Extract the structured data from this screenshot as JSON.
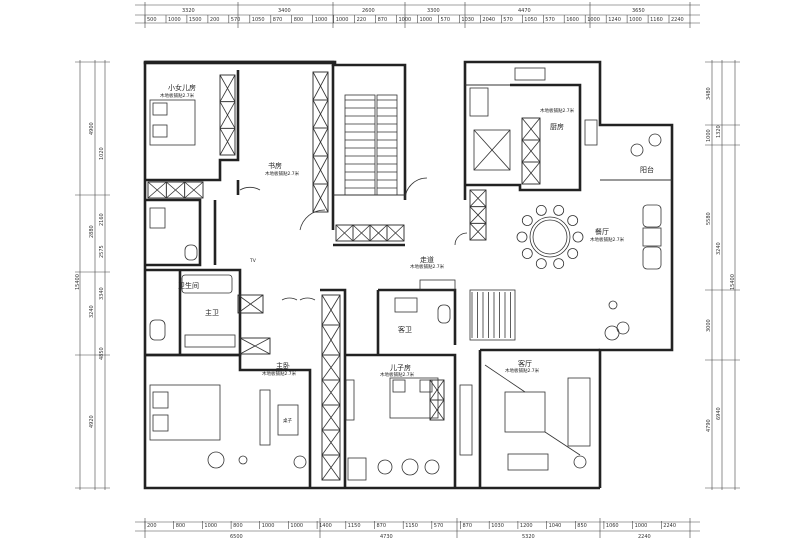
{
  "dims": {
    "top_outer": [
      "3320",
      "3400",
      "2600",
      "3300",
      "4470",
      "3650"
    ],
    "top_inner": [
      "500",
      "1000",
      "1500",
      "200",
      "570",
      "1050",
      "870",
      "800",
      "1000",
      "1000",
      "220",
      "870",
      "1000",
      "1000",
      "570",
      "1030",
      "2040",
      "570",
      "1050",
      "570",
      "1600",
      "1000",
      "1240",
      "1000",
      "1160",
      "2240"
    ],
    "bottom_inner": [
      "200",
      "800",
      "1000",
      "800",
      "1000",
      "1000",
      "1400",
      "1150",
      "870",
      "1150",
      "570",
      "870",
      "1030",
      "1200",
      "1040",
      "850",
      "1060",
      "1000",
      "2240"
    ],
    "bottom_outer": [
      "6500",
      "4730",
      "5320",
      "2240"
    ],
    "left": [
      "4900",
      "2880",
      "3240",
      "4920",
      "15400"
    ],
    "left_inner": [
      "1020",
      "2160",
      "2575",
      "3340",
      "4850"
    ],
    "right": [
      "3480",
      "1000",
      "5580",
      "3000",
      "4790",
      "15400"
    ],
    "right_inner": [
      "1320",
      "3240",
      "6940"
    ]
  },
  "rooms": {
    "child_bedroom": "小女儿房",
    "study": "书房",
    "kitchen": "厨房",
    "balcony": "阳台",
    "dining": "餐厅",
    "corridor": "走道",
    "bath1": "卫生间",
    "bath2": "主卫",
    "master": "主卧",
    "son_room": "儿子房",
    "guest_bath": "客卫",
    "living": "客厅"
  },
  "labels": {
    "tv": "TV",
    "table": "桌子",
    "note": "木地板铺贴2.7米"
  }
}
